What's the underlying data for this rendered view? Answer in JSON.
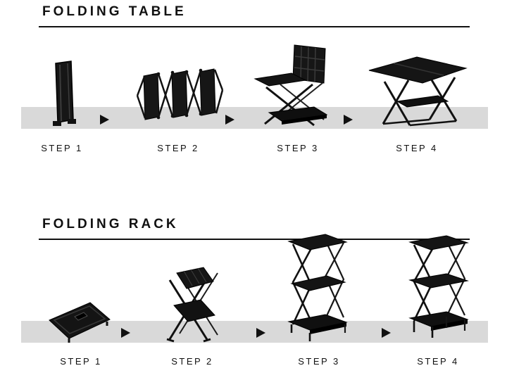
{
  "colors": {
    "band": "#d9d9d9",
    "text": "#111111",
    "rule": "#111111",
    "arrow": "#111111"
  },
  "icons": {
    "step_arrow": "right-triangle"
  },
  "sections": [
    {
      "title": "FOLDING TABLE",
      "steps": [
        {
          "label": "STEP 1"
        },
        {
          "label": "STEP 2"
        },
        {
          "label": "STEP 3"
        },
        {
          "label": "STEP 4"
        }
      ]
    },
    {
      "title": "FOLDING RACK",
      "steps": [
        {
          "label": "STEP 1"
        },
        {
          "label": "STEP 2"
        },
        {
          "label": "STEP 3"
        },
        {
          "label": "STEP 4"
        }
      ]
    }
  ]
}
